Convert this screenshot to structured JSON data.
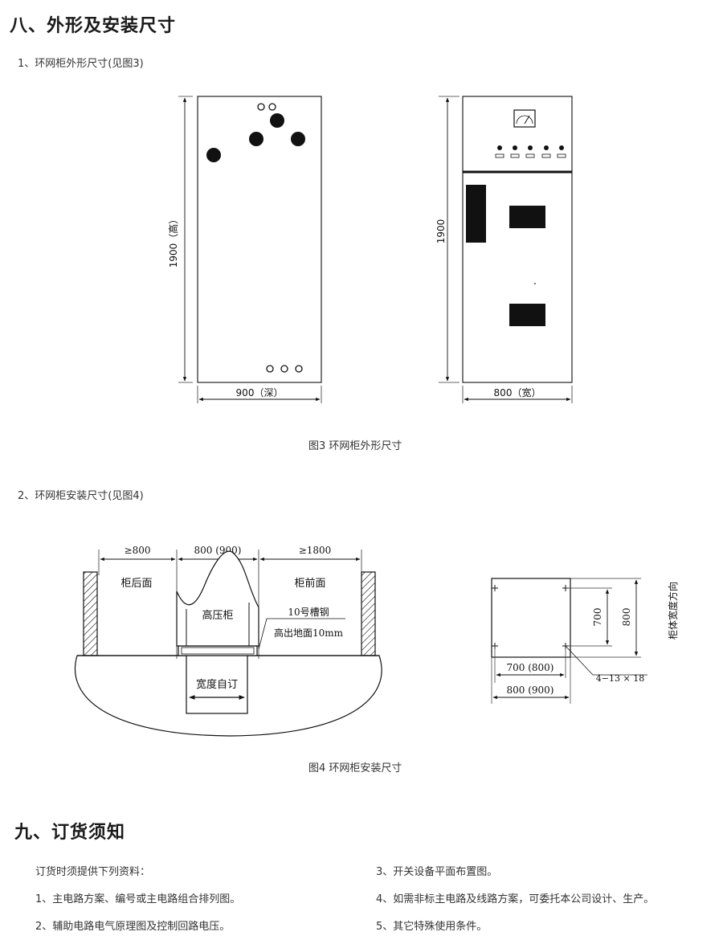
{
  "section8": {
    "title": "八、外形及安装尺寸",
    "sub1": "1、环网柜外形尺寸(见图3)",
    "sub2": "2、环网柜安装尺寸(见图4)"
  },
  "fig3": {
    "caption": "图3   环网柜外形尺寸",
    "side_height_label": "1900（高）",
    "side_depth_label": "900（深）",
    "front_height_label": "1900",
    "front_width_label": "800（宽）"
  },
  "fig4": {
    "caption": "图4   环网柜安装尺寸",
    "dim_left": "≥800",
    "dim_mid": "800 (900)",
    "dim_right": "≥1800",
    "label_back": "柜后面",
    "label_front": "柜前面",
    "label_cabinet": "高压柜",
    "label_channel": "10号槽钢",
    "label_height": "高出地面10mm",
    "label_width_custom": "宽度自订",
    "plan_dim_700_v": "700",
    "plan_dim_800_v": "800",
    "plan_dim_700_h": "700  (800)",
    "plan_dim_800_h": "800  (900)",
    "plan_holes": "4−13 × 18",
    "plan_direction": "柜体宽度方向"
  },
  "section9": {
    "title": "九、订货须知",
    "intro": "订货时须提供下列资料：",
    "item1": "1、主电路方案、编号或主电路组合排列图。",
    "item2": "2、辅助电路电气原理图及控制回路电压。",
    "item3": "3、开关设备平面布置图。",
    "item4": "4、如需非标主电路及线路方案，可委托本公司设计、生产。",
    "item5": "5、其它特殊使用条件。"
  }
}
